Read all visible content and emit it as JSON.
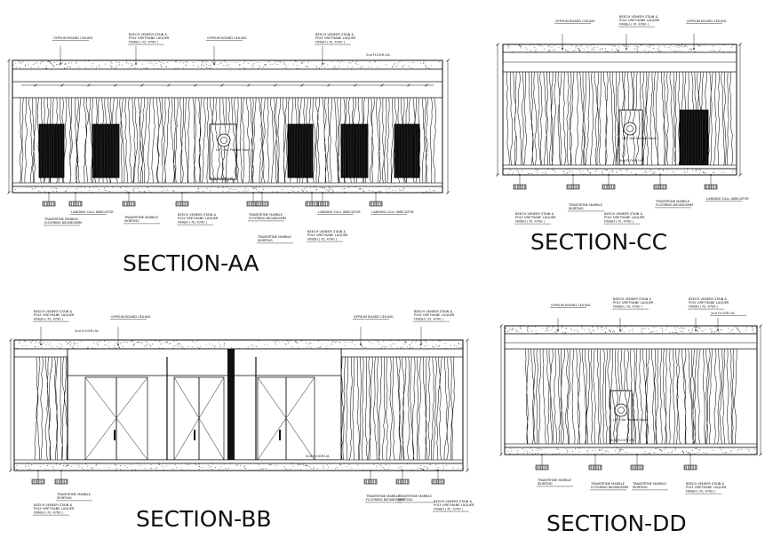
{
  "sections": [
    {
      "id": "aa",
      "title": "SECTION-AA",
      "top_notes": [
        "GYPSUM BOARD CEILING",
        "BEECH VENEER STAIN & POLY URETHANE LAQUER FINISH ( P.L 4790 )",
        "GYPSUM BOARD CEILING",
        "BEECH VENEER STAIN & POLY URETHANE LAQUER FINISH ( P.L 4790 )"
      ],
      "floor_label": "2nd FLOOR LVL",
      "lift_label": "LIFT (for Panted Door)",
      "bottom_notes": [
        "TRAVERTINE MARBLE FLOORING 800X800MM",
        "LANDING CALL INDICATOR",
        "TRAVERTINE MARBLE SKIRTING",
        "BEECH VENEER STAIN & POLY URETHANE LAQUER FINISH ( P.L 4790 )",
        "TRAVERTINE MARBLE FLOORING 800X800MM",
        "LANDING CALL INDICATOR",
        "LANDING CALL INDICATOR",
        "TRAVERTINE MARBLE SKIRTING",
        "BEECH VENEER STAIN & POLY URETHANE LAQUER FINISH ( P.L 4790 )"
      ]
    },
    {
      "id": "cc",
      "title": "SECTION-CC",
      "top_notes": [
        "GYPSUM BOARD CEILING",
        "BEECH VENEER STAIN & POLY URETHANE LAQUER FINISH ( P.L 4790 )",
        "GYPSUM BOARD CEILING"
      ],
      "floor_label": "2nd FLOOR LVL",
      "lift_label": "LIFT (for Panted Door)",
      "bottom_notes": [
        "BEECH VENEER STAIN & POLY URETHANE LAQUER FINISH ( P.L 4790 )",
        "TRAVERTINE MARBLE SKIRTING",
        "BEECH VENEER STAIN & POLY URETHANE LAQUER FINISH ( P.L 4790 )",
        "TRAVERTINE MARBLE FLOORING 800X800MM",
        "LANDING CALL INDICATOR"
      ]
    },
    {
      "id": "bb",
      "title": "SECTION-BB",
      "top_notes": [
        "BEECH VENEER STAIN & POLY URETHANE LAQUER FINISH ( P.L 4790 )",
        "GYPSUM BOARD CEILING",
        "GYPSUM BOARD CEILING",
        "BEECH VENEER STAIN & POLY URETHANE LAQUER FINISH ( P.L 4790 )"
      ],
      "floor_label": "2nd FLOOR LVL",
      "floor_label_2": "2nd FLOOR LVL",
      "bottom_notes": [
        "TRAVERTINE MARBLE SKIRTING",
        "BEECH VENEER STAIN & POLY URETHANE LAQUER FINISH ( P.L 4790 )",
        "TRAVERTINE MARBLE FLOORING 800X800MM",
        "TRAVERTINE MARBLE SKIRTING",
        "BEECH VENEER STAIN & POLY URETHANE LAQUER FINISH ( P.L 4790 )"
      ]
    },
    {
      "id": "dd",
      "title": "SECTION-DD",
      "top_notes": [
        "GYPSUM BOARD CEILING",
        "BEECH VENEER STAIN & POLY URETHANE LAQUER FINISH ( P.L 4790 )",
        "BEECH VENEER STAIN & POLY URETHANE LAQUER FINISH ( P.L 4790 )",
        "2nd FLOOR LVL"
      ],
      "floor_label": "2nd FLOOR LVL",
      "lift_label": "LIFT (for Panted Door)",
      "bottom_notes": [
        "TRAVERTINE MARBLE SKIRTING",
        "TRAVERTINE MARBLE FLOORING 800X800MM",
        "TRAVERTINE MARBLE SKIRTING",
        "BEECH VENEER STAIN & POLY URETHANE LAQUER FINISH ( P.L 4790 )"
      ]
    }
  ]
}
